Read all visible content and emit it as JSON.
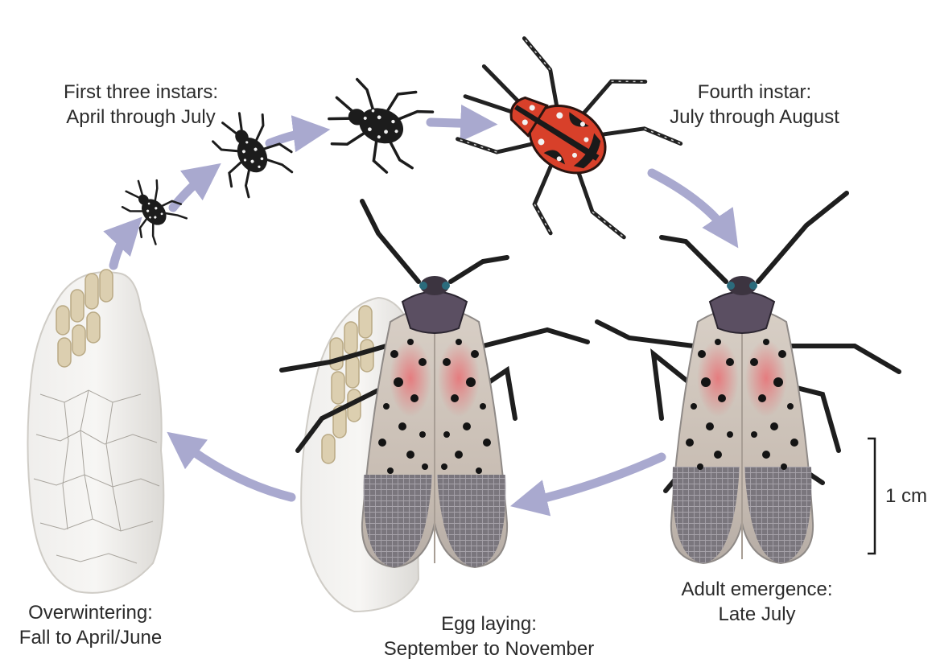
{
  "stages": {
    "first_three_instars": {
      "title": "First three instars:",
      "period": "April through July"
    },
    "fourth_instar": {
      "title": "Fourth instar:",
      "period": "July through August"
    },
    "adult_emergence": {
      "title": "Adult emergence:",
      "period": "Late July"
    },
    "egg_laying": {
      "title": "Egg laying:",
      "period": "September to November"
    },
    "overwintering": {
      "title": "Overwintering:",
      "period": "Fall to April/June"
    }
  },
  "scale_bar": {
    "label": "1 cm"
  },
  "colors": {
    "arrow": "#a9a9cf",
    "nymph_black": "#1c1c1c",
    "nymph_spots": "#f2f2f2",
    "fourth_instar_red": "#d8402a",
    "wing_beige": "#cfc2b3",
    "wing_spot": "#141414",
    "wing_pink": "#e07b7f",
    "wing_tip": "#77737a",
    "egg_mass": "#e8e6e2",
    "eggs_tan": "#d9ccae"
  }
}
